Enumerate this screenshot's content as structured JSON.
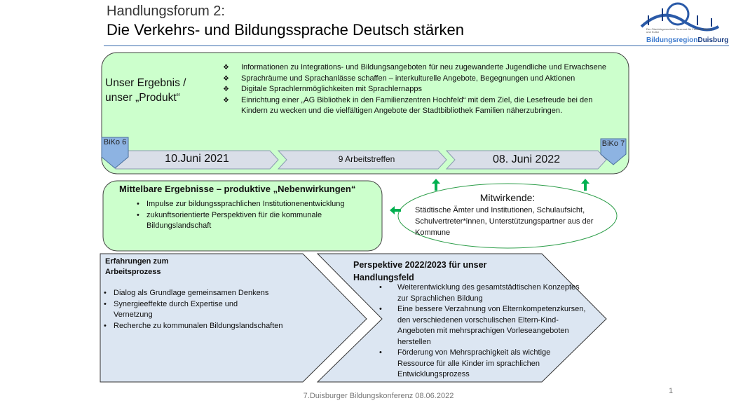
{
  "header": {
    "title_line1": "Handlungsforum 2:",
    "title_line2": "Die Verkehrs- und Bildungssprache Deutsch stärken"
  },
  "logo": {
    "small_text": "Der Oberbürgermeister Dezernat für Familie, Bildung und Kultur",
    "brand_part1": "Bildungsregion",
    "brand_part2": "Duisburg"
  },
  "result": {
    "label": "Unser Ergebnis / unser „Produkt“",
    "items": [
      "Informationen zu Integrations- und Bildungsangeboten für neu zugewanderte Jugendliche und Erwachsene",
      "Sprachräume und Sprachanlässe schaffen – interkulturelle Angebote, Begegnungen und Aktionen",
      "Digitale Sprachlernmöglichkeiten mit Sprachlernapps",
      "Einrichtung einer „AG  Bibliothek in den Familienzentren Hochfeld“ mit dem Ziel, die Lesefreude bei den Kindern zu wecken und die vielfältigen Angebote der Stadtbibliothek Familien näherzubringen."
    ]
  },
  "timeline": {
    "start": "10.Juni 2021",
    "middle": "9 Arbeitstreffen",
    "end": "08. Juni 2022",
    "biko_start": "BiKo 6",
    "biko_end": "BiKo 7"
  },
  "indirect": {
    "title": "Mittelbare Ergebnisse – produktive „Nebenwirkungen“",
    "items": [
      "Impulse zur bildungssprachlichen Institutionenentwicklung",
      "zukunftsorientierte Perspektiven für die kommunale Bildungslandschaft"
    ]
  },
  "contributors": {
    "title": "Mitwirkende:",
    "text": "Städtische Ämter und Institutionen,  Schulaufsicht, Schulvertreter*innen,  Unterstützungspartner aus der Kommune"
  },
  "experience": {
    "title": "Erfahrungen zum Arbeitsprozess",
    "items": [
      "Dialog als Grundlage gemeinsamen Denkens",
      "Synergieeffekte durch Expertise und Vernetzung",
      "Recherche zu kommunalen  Bildungslandschaften"
    ]
  },
  "perspective": {
    "title": "Perspektive 2022/2023 für unser Handlungsfeld",
    "items": [
      "Weiterentwicklung des gesamtstädtischen Konzeptes zur Sprachlichen Bildung",
      "Eine bessere Verzahnung von Elternkompetenzkursen, den verschiedenen vorschulischen  Eltern-Kind-Angeboten  mit mehrsprachigen Vorleseangeboten herstellen",
      "Förderung  von Mehrsprachigkeit als wichtige Ressource für alle Kinder im sprachlichen Entwicklungsprozess"
    ]
  },
  "footer": {
    "text": "7.Duisburger Bildungskonferenz 08.06.2022",
    "page": "1"
  },
  "colors": {
    "green_fill": "#ccffcc",
    "blue_fill": "#dce6f2",
    "biko_fill": "#8db3e2",
    "arrow_green": "#00b050"
  }
}
